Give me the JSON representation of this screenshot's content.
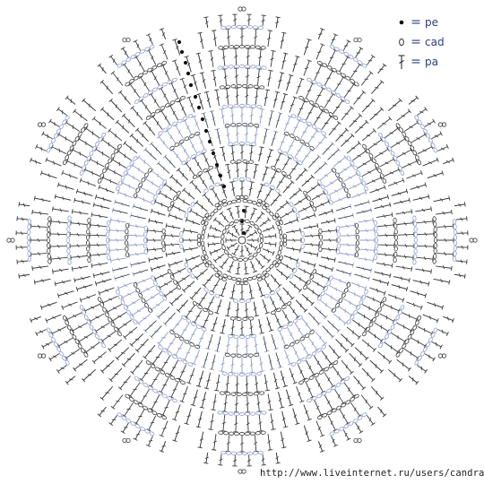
{
  "legend": {
    "items": [
      {
        "icon": "dot-icon",
        "equals": "=",
        "label": "pe"
      },
      {
        "icon": "oval-icon",
        "equals": "=",
        "label": "cad"
      },
      {
        "icon": "double-crochet-icon",
        "equals": "=",
        "label": "pa"
      }
    ]
  },
  "source_url": "http://www.liveinternet.ru/users/candra/",
  "pattern": {
    "motif_count": 12,
    "colors": {
      "primary": "#3a3a3a",
      "accent": "#8f9ccc",
      "slip_stitch": "#111111",
      "text": "#2c3d7a"
    }
  }
}
